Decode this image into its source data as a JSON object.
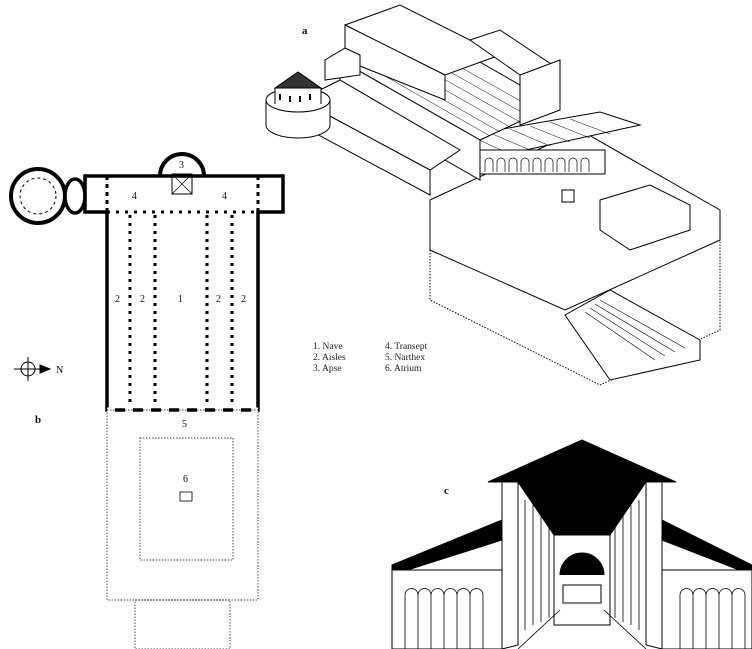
{
  "figure_labels": {
    "a": "a",
    "b": "b",
    "c": "c"
  },
  "compass": {
    "north_label": "N"
  },
  "plan_labels": {
    "apse": "3",
    "transept_left": "4",
    "transept_right": "4",
    "aisle_1": "2",
    "aisle_2": "2",
    "nave": "1",
    "aisle_3": "2",
    "aisle_4": "2",
    "narthex": "5",
    "atrium": "6"
  },
  "legend": [
    "1.  Nave",
    "4.  Transept",
    "2.  Aisles",
    "5.  Narthex",
    "3.  Apse",
    "6.  Atrium"
  ]
}
